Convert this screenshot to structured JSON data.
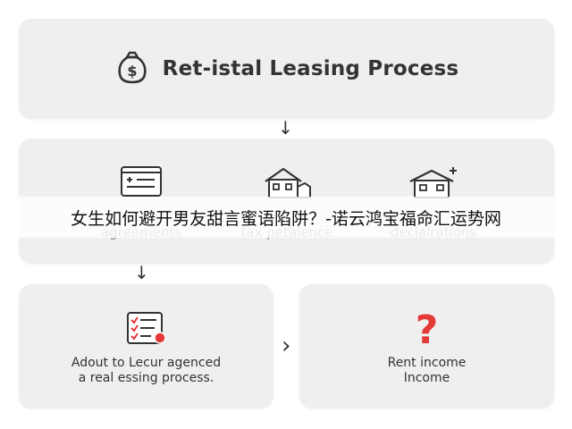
{
  "title": "Ret-istal Leasing Process",
  "icons": {
    "title": "dollar-bag-icon",
    "step1": "document-list-icon",
    "step2": "house-icon",
    "step3": "house-plus-icon",
    "step4": "checklist-icon",
    "step5": "question-mark-icon"
  },
  "steps": {
    "agreements": "agreements",
    "tax": "tax petalence",
    "declarations": "declalrations"
  },
  "banner": "女生如何避开男友甜言蜜语陷阱？-诺云鸿宝福命汇运势网",
  "bottom_left": {
    "line1": "Adout to Lecur agenced",
    "line2": "a real essing process."
  },
  "bottom_right": {
    "line1": "Rent income",
    "line2": "Income",
    "mark": "?"
  },
  "arrows": {
    "down": "↓",
    "right": "›"
  },
  "colors": {
    "card": "#efefef",
    "accent": "#e53935",
    "text": "#333333",
    "muted": "#8a8a8a"
  }
}
